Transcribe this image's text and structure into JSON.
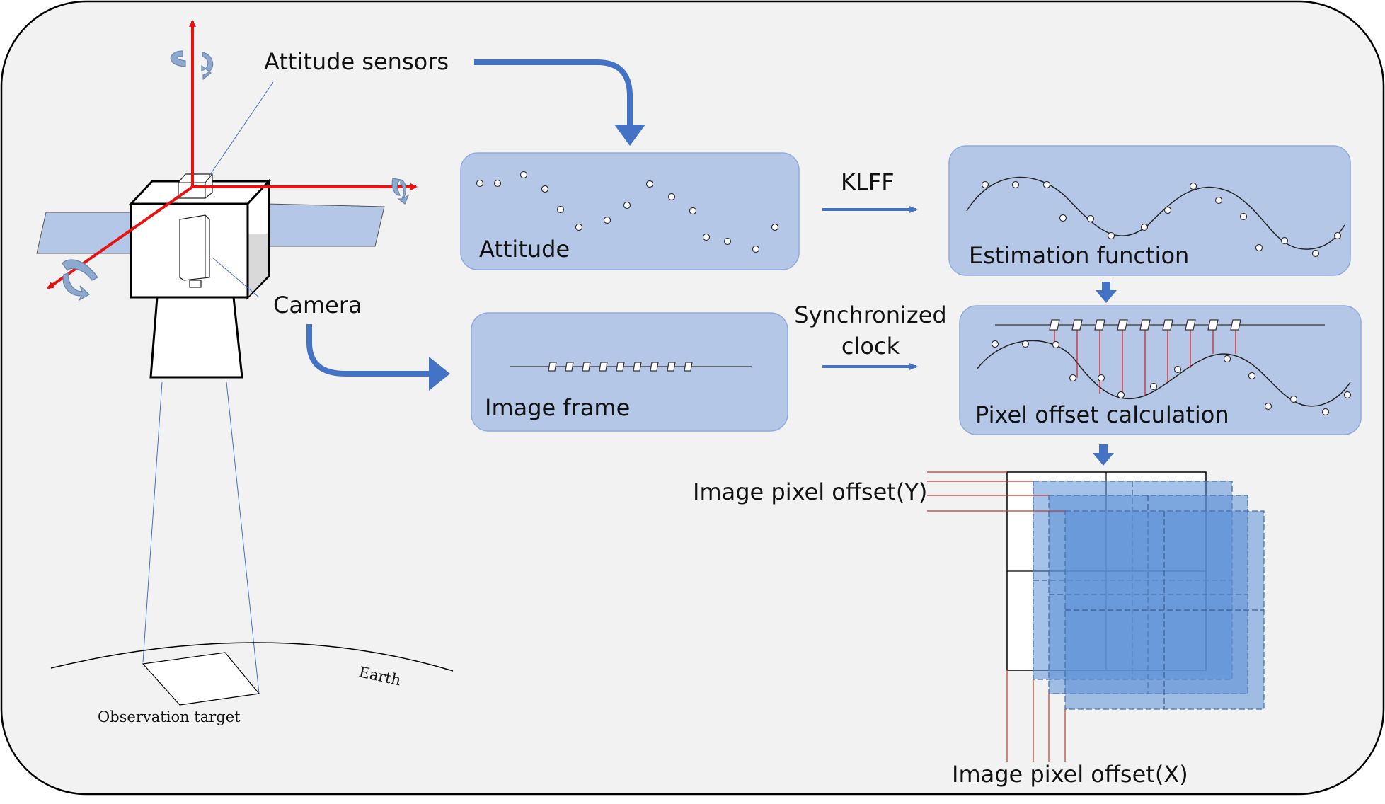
{
  "labels": {
    "attitude_sensors": "Attitude sensors",
    "camera": "Camera",
    "earth": "Earth",
    "observation_target": "Observation target",
    "attitude": "Attitude",
    "klff": "KLFF",
    "estimation_function": "Estimation function",
    "sync_line1": "Synchronized",
    "sync_line2": "clock",
    "image_frame": "Image frame",
    "pixel_offset_calculation": "Pixel offset calculation",
    "pixel_offset_y": "Image pixel offset(Y)",
    "pixel_offset_x": "Image pixel offset(X)"
  },
  "colors": {
    "panel_fill": "#f2f2f2",
    "box_fill": "#b4c7e7",
    "box_stroke": "#8faadc",
    "arrow_blue": "#4472c4",
    "axis_red": "#e81212",
    "solar_panel": "#b4c7e7",
    "frame_blue": "#5b8fd6"
  },
  "icons": [
    "satellite-icon",
    "rotation-arrow-icon",
    "camera-icon"
  ]
}
